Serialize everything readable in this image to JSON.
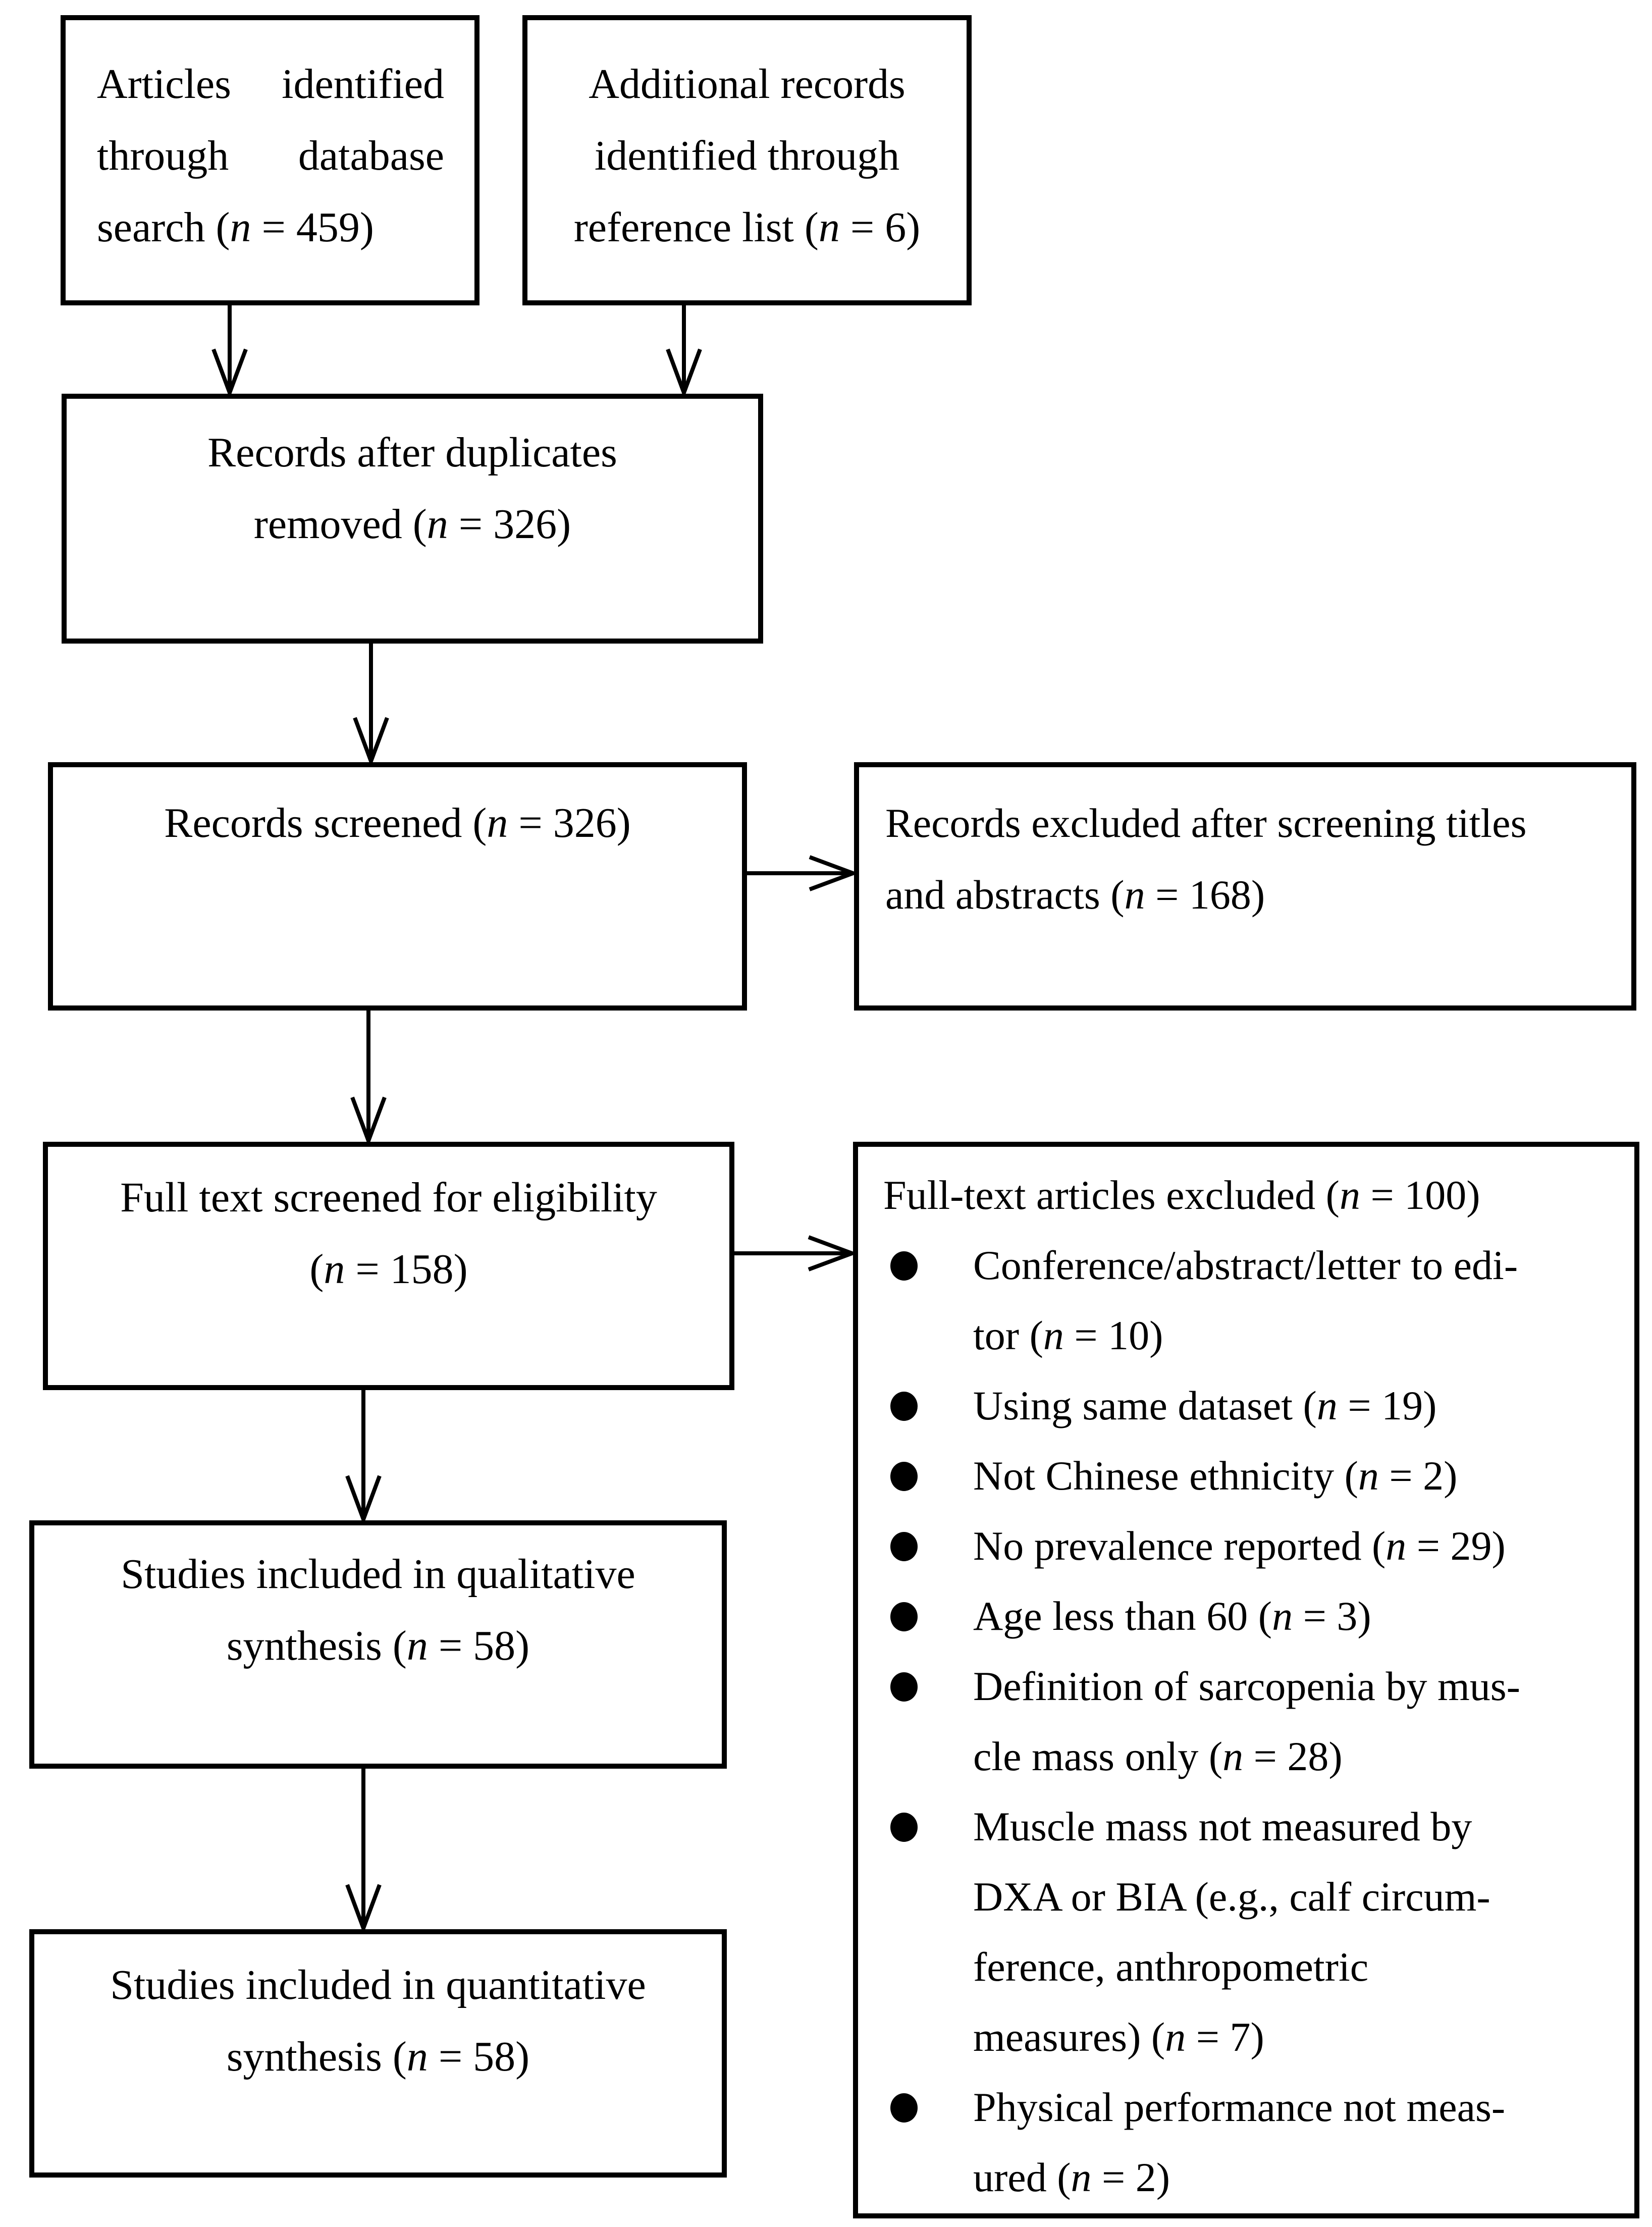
{
  "diagram": {
    "colors": {
      "line": "#000000",
      "text": "#000000",
      "background": "#ffffff"
    },
    "boxes": {
      "articles_identified": {
        "line1": "Articles identified",
        "line2": "through database",
        "line3": "search (n = 459)"
      },
      "additional_records": {
        "line1": "Additional records",
        "line2": "identified through",
        "line3": "reference list (n = 6)"
      },
      "duplicates_removed": {
        "line1": "Records after duplicates",
        "line2": "removed (n = 326)"
      },
      "records_screened": {
        "line1": "Records screened (n = 326)"
      },
      "records_excluded": {
        "line1": "Records excluded after screening titles",
        "line2": "and abstracts (n = 168)"
      },
      "fulltext_screened": {
        "line1": "Full text screened for eligibility",
        "line2": "(n = 158)"
      },
      "fulltext_excluded": {
        "header": "Full-text articles excluded (n = 100)",
        "items": [
          {
            "line1": "Conference/abstract/letter to edi-",
            "line2": "tor (n = 10)"
          },
          {
            "line1": "Using same dataset (n = 19)"
          },
          {
            "line1": "Not Chinese ethnicity (n = 2)"
          },
          {
            "line1": "No prevalence reported (n = 29)"
          },
          {
            "line1": "Age less than 60 (n = 3)"
          },
          {
            "line1": "Definition of sarcopenia by mus-",
            "line2": "cle mass only (n = 28)"
          },
          {
            "line1": "Muscle mass not measured by",
            "line2": "DXA or BIA (e.g., calf circum-",
            "line3": "ference, anthropometric",
            "line4": "measures) (n = 7)"
          },
          {
            "line1": "Physical performance not meas-",
            "line2": "ured (n = 2)"
          }
        ]
      },
      "qualitative_synthesis": {
        "line1": "Studies included in qualitative",
        "line2": "synthesis (n = 58)"
      },
      "quantitative_synthesis": {
        "line1": "Studies included in quantitative",
        "line2": "synthesis (n = 58)"
      }
    }
  }
}
